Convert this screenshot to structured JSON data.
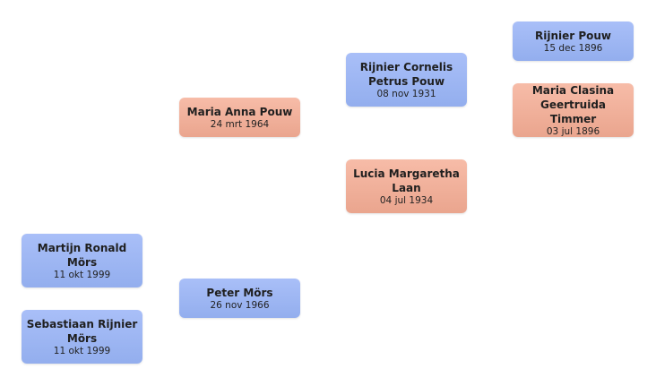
{
  "people": {
    "martijn": {
      "name": "Martijn Ronald Mörs",
      "date": "11 okt 1999",
      "gender": "male"
    },
    "sebastiaan": {
      "name": "Sebastiaan Rijnier Mörs",
      "date": "11 okt 1999",
      "gender": "male"
    },
    "peter": {
      "name": "Peter Mörs",
      "date": "26 nov 1966",
      "gender": "male"
    },
    "maria_anna": {
      "name": "Maria Anna Pouw",
      "date": "24 mrt 1964",
      "gender": "female"
    },
    "rijnier_cornelis": {
      "name": "Rijnier Cornelis Petrus Pouw",
      "date": "08 nov 1931",
      "gender": "male"
    },
    "lucia": {
      "name": "Lucia Margaretha Laan",
      "date": "04 jul 1934",
      "gender": "female"
    },
    "rijnier": {
      "name": "Rijnier Pouw",
      "date": "15 dec 1896",
      "gender": "male"
    },
    "maria_clasina": {
      "name": "Maria Clasina Geertruida Timmer",
      "date": "03 jul 1896",
      "gender": "female"
    }
  },
  "colors": {
    "male_card": "#a3b9f5",
    "female_card": "#f2b19b",
    "background": "#ffffff"
  }
}
